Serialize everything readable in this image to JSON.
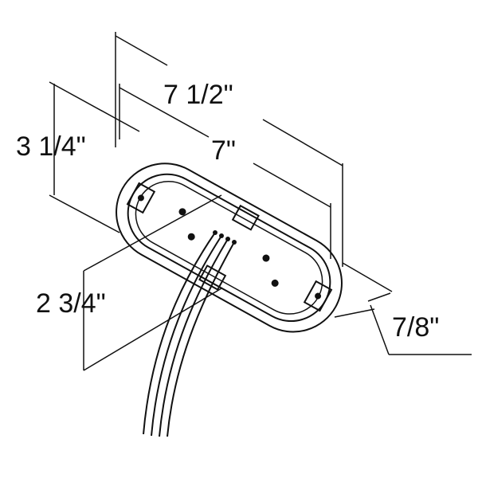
{
  "dimensions": {
    "overall_length": "7 1/2\"",
    "mounting_length": "7\"",
    "overall_height": "3 1/4\"",
    "mounting_height": "2 3/4\"",
    "depth": "7/8\""
  },
  "colors": {
    "line": "#111111",
    "background": "#ffffff"
  }
}
